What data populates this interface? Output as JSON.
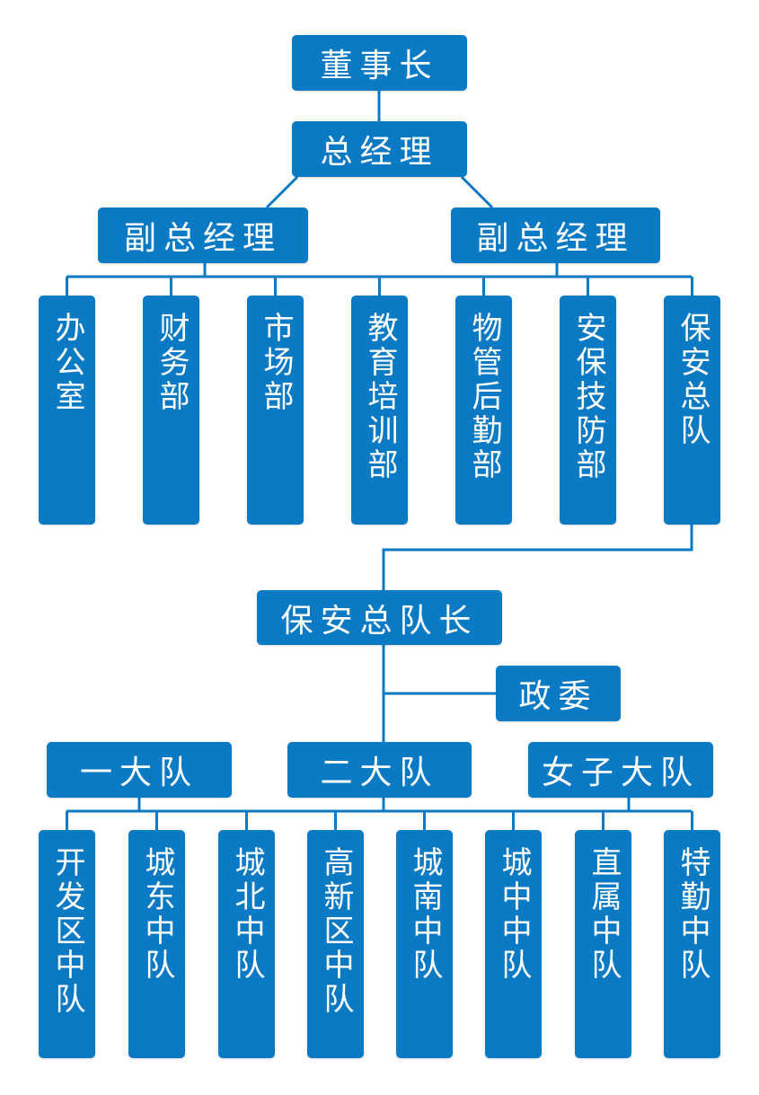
{
  "chart_data": {
    "type": "org-chart",
    "title": "",
    "nodes": {
      "chairman": "董事长",
      "general_manager": "总经理",
      "deputy_gm_left": "副总经理",
      "deputy_gm_right": "副总经理",
      "departments": [
        "办公室",
        "财务部",
        "市场部",
        "教育培训部",
        "物管后勤部",
        "安保技防部",
        "保安总队"
      ],
      "security_captain": "保安总队长",
      "political_commissar": "政委",
      "brigades": [
        "一大队",
        "二大队",
        "女子大队"
      ],
      "squads": [
        "开发区中队",
        "城东中队",
        "城北中队",
        "高新区中队",
        "城南中队",
        "城中中队",
        "直属中队",
        "特勤中队"
      ]
    },
    "edges": [
      [
        "董事长",
        "总经理"
      ],
      [
        "总经理",
        "副总经理(左)"
      ],
      [
        "总经理",
        "副总经理(右)"
      ],
      [
        "副总经理(左)",
        "departments"
      ],
      [
        "副总经理(右)",
        "departments"
      ],
      [
        "保安总队",
        "保安总队长"
      ],
      [
        "保安总队长",
        "政委"
      ],
      [
        "保安总队长",
        "brigades"
      ],
      [
        "brigades",
        "squads"
      ]
    ]
  },
  "colors": {
    "box": "#0a7ac4",
    "text": "#ffffff",
    "line": "#0a7ac4",
    "background": "#ffffff"
  }
}
